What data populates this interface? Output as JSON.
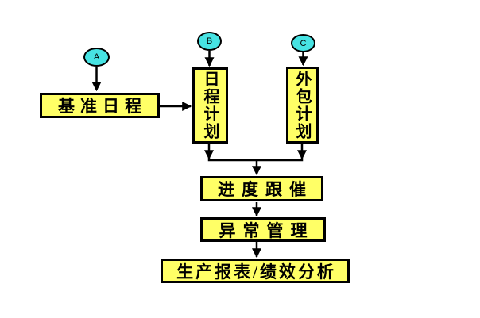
{
  "diagram": {
    "connectors": {
      "a": "A",
      "b": "B",
      "c": "C"
    },
    "nodes": {
      "baseline_schedule": "基准日程",
      "schedule_plan": "日程计划",
      "outsource_plan": "外包计划",
      "progress_tracking": "进度跟催",
      "exception_management": "异常管理",
      "report_analysis": "生产报表/绩效分析"
    },
    "colors": {
      "node_fill": "#ffff66",
      "connector_fill": "#47e3e3",
      "line": "#000000",
      "background": "#ffffff"
    }
  }
}
